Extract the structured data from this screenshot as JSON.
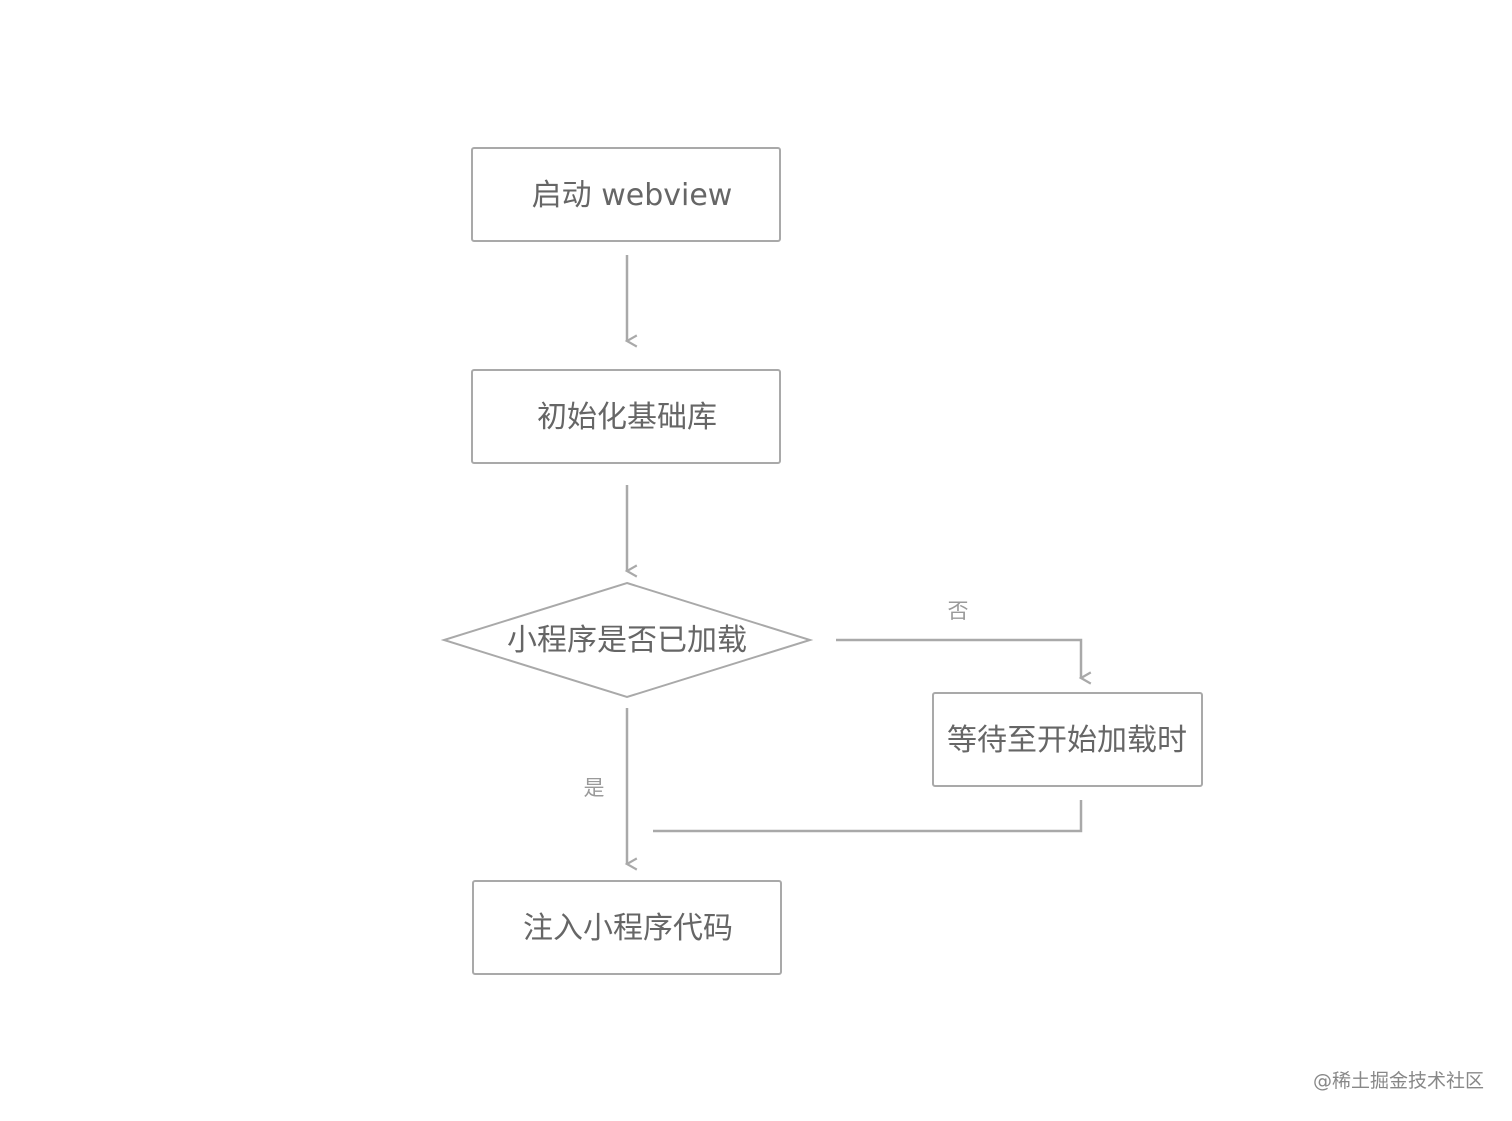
{
  "nodes": {
    "start_webview": "启动 webview",
    "init_base_lib": "初始化基础库",
    "is_loaded_decision": "小程序是否已加载",
    "wait_until_loading": "等待至开始加载时",
    "inject_code": "注入小程序代码"
  },
  "edge_labels": {
    "no": "否",
    "yes": "是"
  },
  "watermark": "@稀土掘金技术社区"
}
